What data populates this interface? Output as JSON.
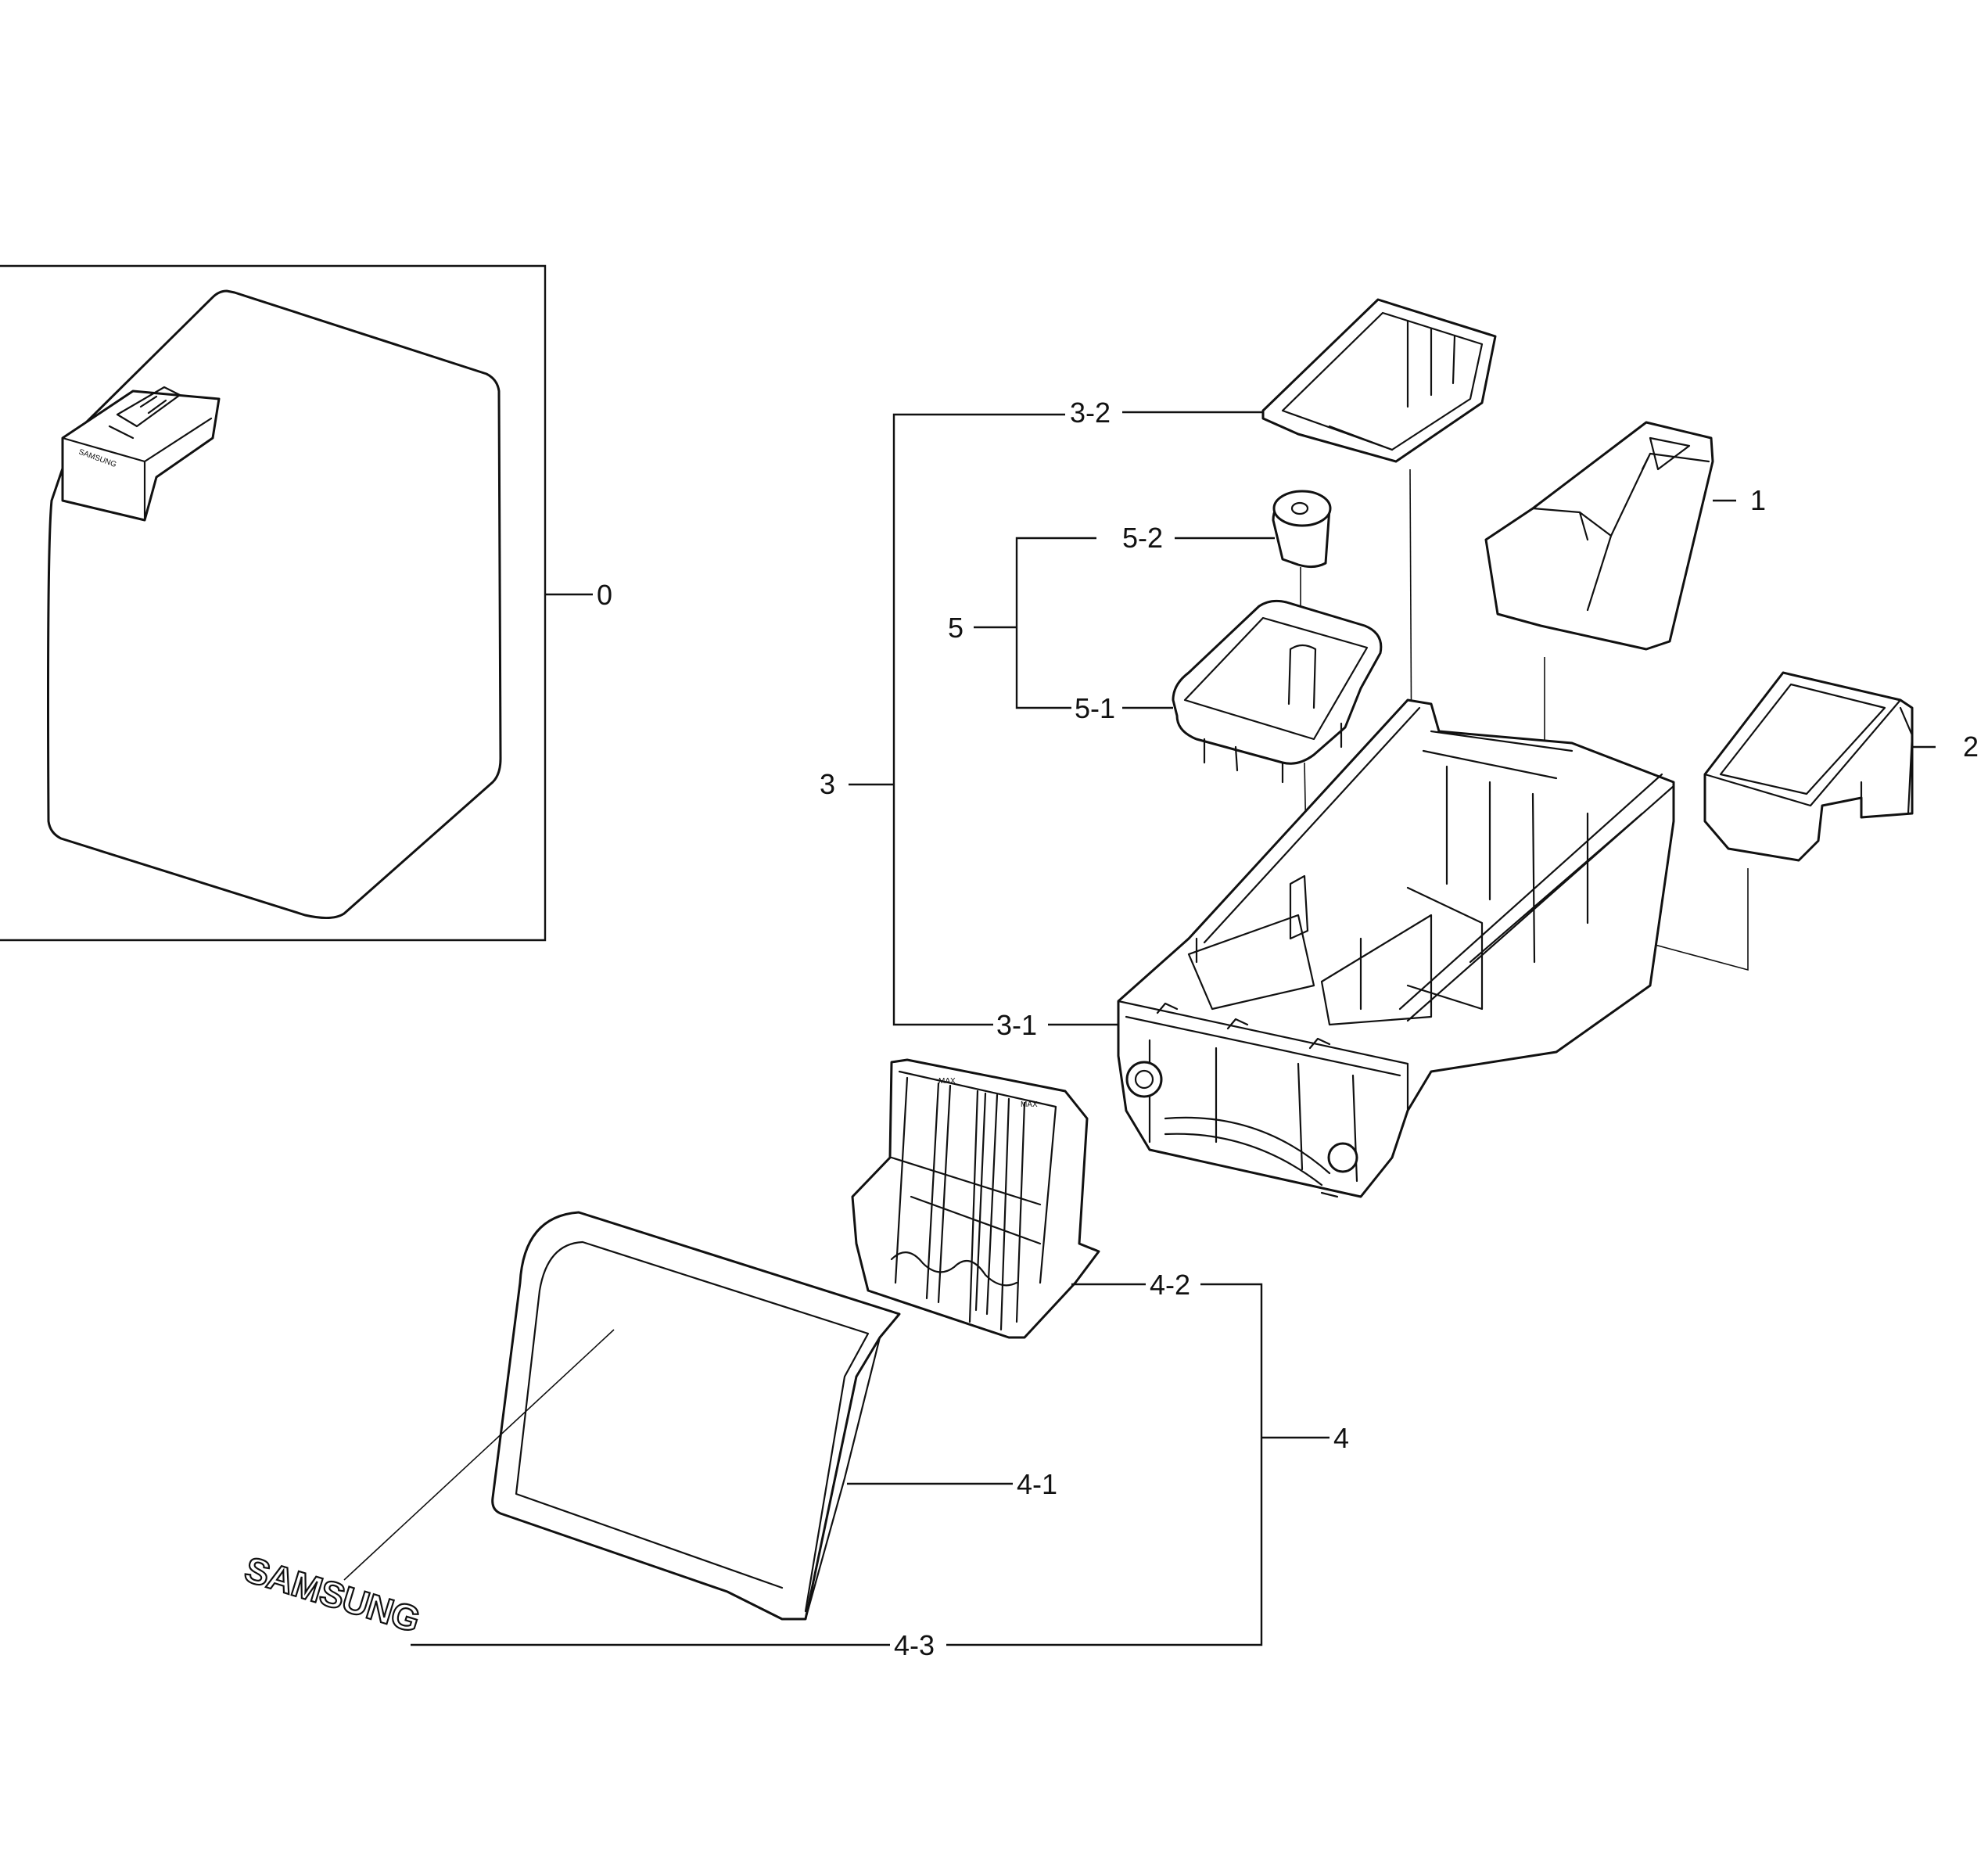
{
  "callouts": {
    "c0": "0",
    "c1": "1",
    "c2": "2",
    "c3": "3",
    "c3_1": "3-1",
    "c3_2": "3-2",
    "c4": "4",
    "c4_1": "4-1",
    "c4_2": "4-2",
    "c4_3": "4-3",
    "c5": "5",
    "c5_1": "5-1",
    "c5_2": "5-2"
  },
  "brand": {
    "logo_text": "SAMSUNG"
  },
  "colors": {
    "line": "#111111",
    "background": "#ffffff"
  }
}
